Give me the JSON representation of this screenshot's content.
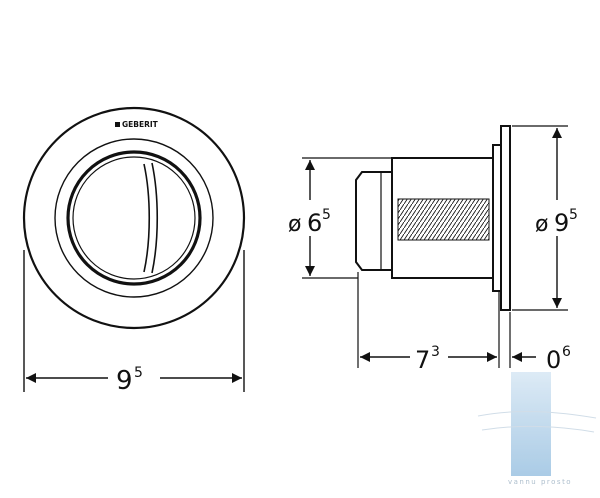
{
  "brand": {
    "logo_text": "GEBERIT"
  },
  "dimensions": {
    "front_diameter": {
      "main": "9",
      "sup": "5"
    },
    "button_diameter": {
      "prefix": "ø",
      "main": "6",
      "sup": "5"
    },
    "plate_diameter": {
      "prefix": "ø",
      "main": "9",
      "sup": "5"
    },
    "body_depth": {
      "main": "7",
      "sup": "3"
    },
    "plate_thickness": {
      "main": "0",
      "sup": "6"
    }
  },
  "watermark": {
    "text": "vannu prosto"
  },
  "colors": {
    "line": "#111111",
    "background": "#ffffff",
    "watermark": "#b7d3ea"
  }
}
